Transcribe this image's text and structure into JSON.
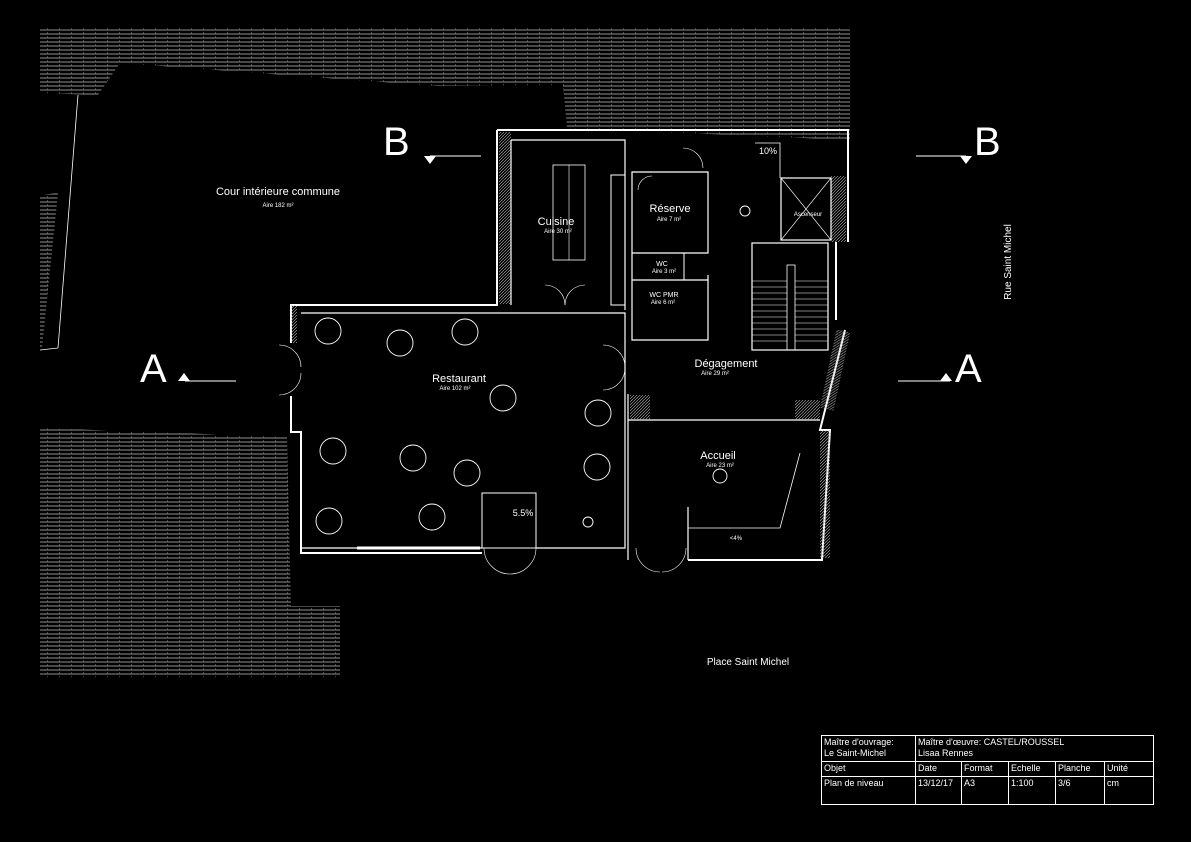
{
  "section_marks": {
    "a_left": "A",
    "a_right": "A",
    "b_left": "B",
    "b_right": "B"
  },
  "rooms": {
    "cour": {
      "name": "Cour intérieure commune",
      "area": "Aire 182 m²"
    },
    "cuisine": {
      "name": "Cuisine",
      "area": "Aire 30 m²"
    },
    "reserve": {
      "name": "Réserve",
      "area": "Aire 7 m²"
    },
    "wc": {
      "name": "WC",
      "area": "Aire 3 m²"
    },
    "wc_pmr": {
      "name": "WC PMR",
      "area": "Aire 6 m²"
    },
    "ascenseur": {
      "name": "Ascenseur"
    },
    "restaurant": {
      "name": "Restaurant",
      "area": "Aire 102 m²"
    },
    "degagement": {
      "name": "Dégagement",
      "area": "Aire 29 m²"
    },
    "accueil": {
      "name": "Accueil",
      "area": "Aire 23 m²"
    }
  },
  "slopes": {
    "top": "10%",
    "restaurant_ramp": "5.5%",
    "accueil_ramp": "<4%"
  },
  "streets": {
    "rue": "Rue Saint Michel",
    "place": "Place Saint Michel"
  },
  "cartouche": {
    "maitre_ouvrage_label": "Maître d'ouvrage:",
    "maitre_ouvrage_value": "Le Saint-Michel",
    "maitre_oeuvre": "Maître d'œuvre: CASTEL/ROUSSEL",
    "maitre_oeuvre_school": "Lisaa Rennes",
    "headers": [
      "Objet",
      "Date",
      "Format",
      "Echelle",
      "Planche",
      "Unité"
    ],
    "values": [
      "Plan de niveau",
      "13/12/17",
      "A3",
      "1:100",
      "3/6",
      "cm"
    ]
  },
  "colors": {
    "background": "#000000",
    "lines": "#ffffff",
    "hatch": "#bdbdbd"
  }
}
